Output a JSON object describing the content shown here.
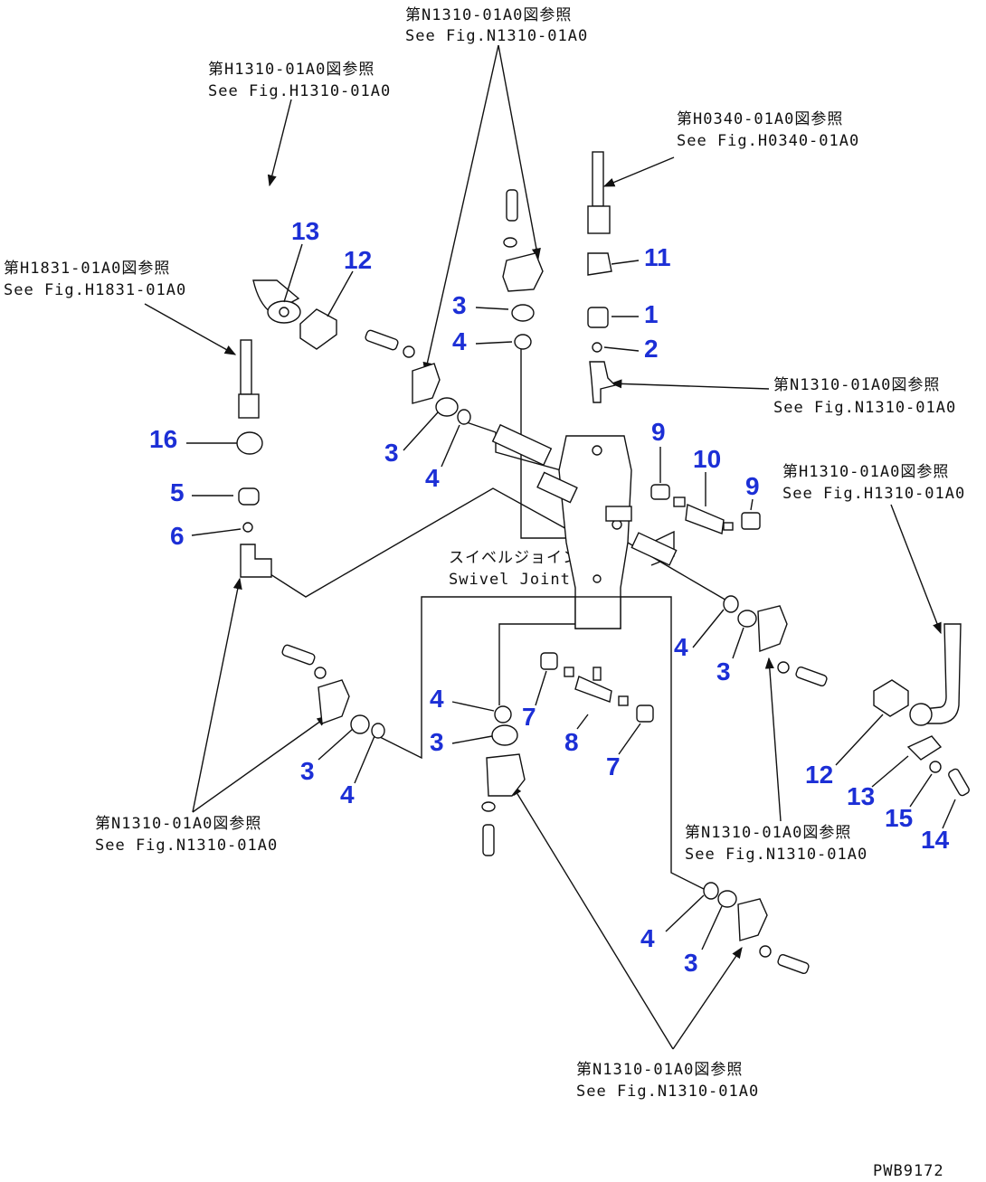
{
  "refs": {
    "top_center": {
      "jp": "第N1310-01A0図参照",
      "en": "See Fig.N1310-01A0"
    },
    "top_left": {
      "jp": "第H1310-01A0図参照",
      "en": "See Fig.H1310-01A0"
    },
    "top_right": {
      "jp": "第H0340-01A0図参照",
      "en": "See Fig.H0340-01A0"
    },
    "left": {
      "jp": "第H1831-01A0図参照",
      "en": "See Fig.H1831-01A0"
    },
    "right_mid": {
      "jp": "第N1310-01A0図参照",
      "en": "See Fig.N1310-01A0"
    },
    "right_upper": {
      "jp": "第H1310-01A0図参照",
      "en": "See Fig.H1310-01A0"
    },
    "bottom_left": {
      "jp": "第N1310-01A0図参照",
      "en": "See Fig.N1310-01A0"
    },
    "bottom_right": {
      "jp": "第N1310-01A0図参照",
      "en": "See Fig.N1310-01A0"
    },
    "bottom_center": {
      "jp": "第N1310-01A0図参照",
      "en": "See Fig.N1310-01A0"
    }
  },
  "swivel": {
    "jp": "スイベルジョイント",
    "en": "Swivel Joint"
  },
  "drawing_code": "PWB9172",
  "part_numbers": {
    "p13a": "13",
    "p12a": "12",
    "p16": "16",
    "p5": "5",
    "p6": "6",
    "p3a": "3",
    "p4a": "4",
    "p3b": "3",
    "p4b": "4",
    "p11": "11",
    "p1": "1",
    "p2": "2",
    "p9a": "9",
    "p10": "10",
    "p9b": "9",
    "p4c": "4",
    "p3c": "3",
    "p4d": "4",
    "p3d": "3",
    "p7a": "7",
    "p8": "8",
    "p7b": "7",
    "p3e": "3",
    "p4e": "4",
    "p12b": "12",
    "p13b": "13",
    "p15": "15",
    "p14": "14",
    "p4f": "4",
    "p3f": "3"
  }
}
